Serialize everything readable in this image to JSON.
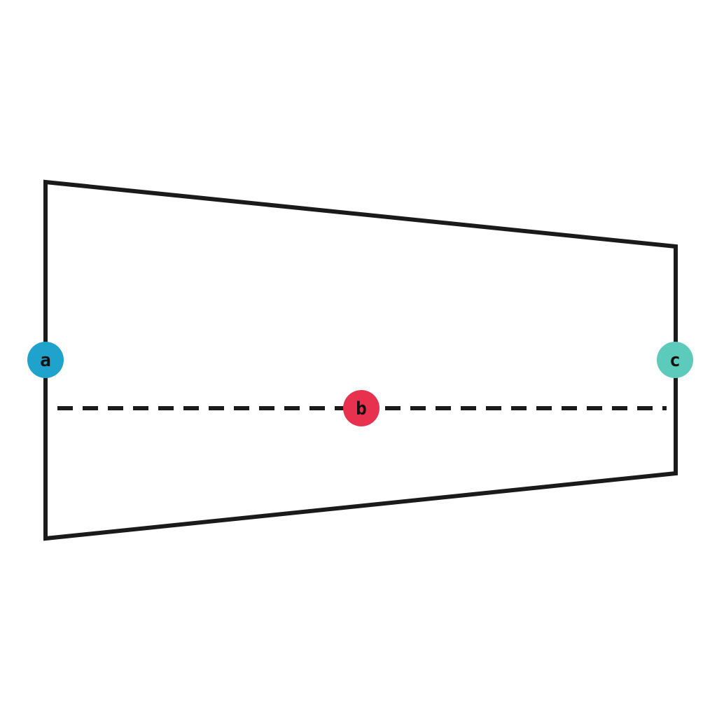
{
  "diagram": {
    "colors": {
      "outline": "#1a1a1a",
      "background": "#ffffff"
    },
    "markers": [
      {
        "id": "a",
        "label": "a",
        "color": "#1fa3cc"
      },
      {
        "id": "b",
        "label": "b",
        "color": "#e8304f"
      },
      {
        "id": "c",
        "label": "c",
        "color": "#5ccbbb"
      }
    ]
  }
}
